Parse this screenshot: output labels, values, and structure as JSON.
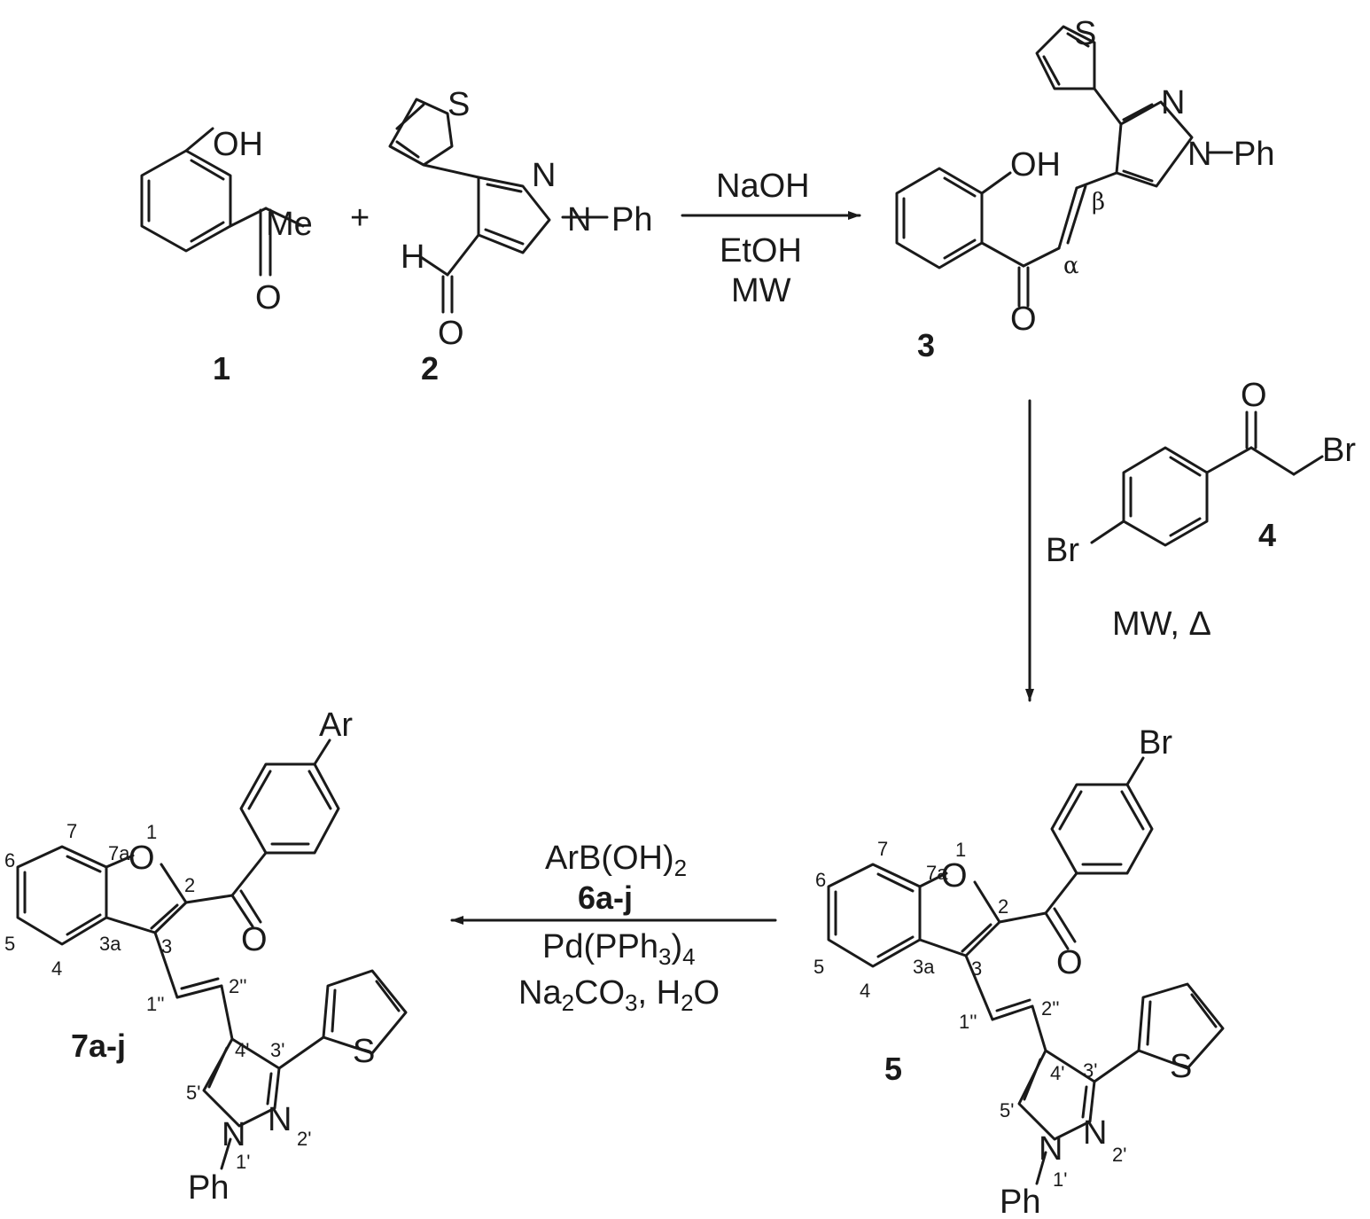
{
  "compounds": {
    "c1": "1",
    "c2": "2",
    "c3": "3",
    "c4": "4",
    "c5": "5",
    "c7": "7a-j"
  },
  "plus": "+",
  "step1": {
    "reagent": "NaOH",
    "solvent": "EtOH",
    "condition": "MW"
  },
  "step2": {
    "condition": "MW, Δ"
  },
  "step3": {
    "line1_main": "ArB(OH)",
    "line1_sub": "2",
    "line2": "6a-j",
    "line3_a": "Pd(PPh",
    "line3_sub": "3",
    "line3_b": ")",
    "line3_sub2": "4",
    "line4_a": "Na",
    "line4_sub1": "2",
    "line4_b": "CO",
    "line4_sub2": "3",
    "line4_c": ", H",
    "line4_sub3": "2",
    "line4_d": "O"
  },
  "atoms": {
    "OH": "OH",
    "Me": "Me",
    "O": "O",
    "S": "S",
    "N": "N",
    "Ph": "Ph",
    "H": "H",
    "Br": "Br",
    "Ar": "Ar",
    "dash_Ph": "–Ph"
  },
  "greek": {
    "alpha": "α",
    "beta": "β"
  },
  "numbering": {
    "n1": "1",
    "n2": "2",
    "n3": "3",
    "n3a": "3a",
    "n4": "4",
    "n5": "5",
    "n6": "6",
    "n7": "7",
    "n7a": "7a",
    "n1pp": "1''",
    "n2pp": "2''",
    "n3p": "3'",
    "n4p": "4'",
    "n5p": "5'",
    "n1p": "1'",
    "n2p": "2'"
  }
}
